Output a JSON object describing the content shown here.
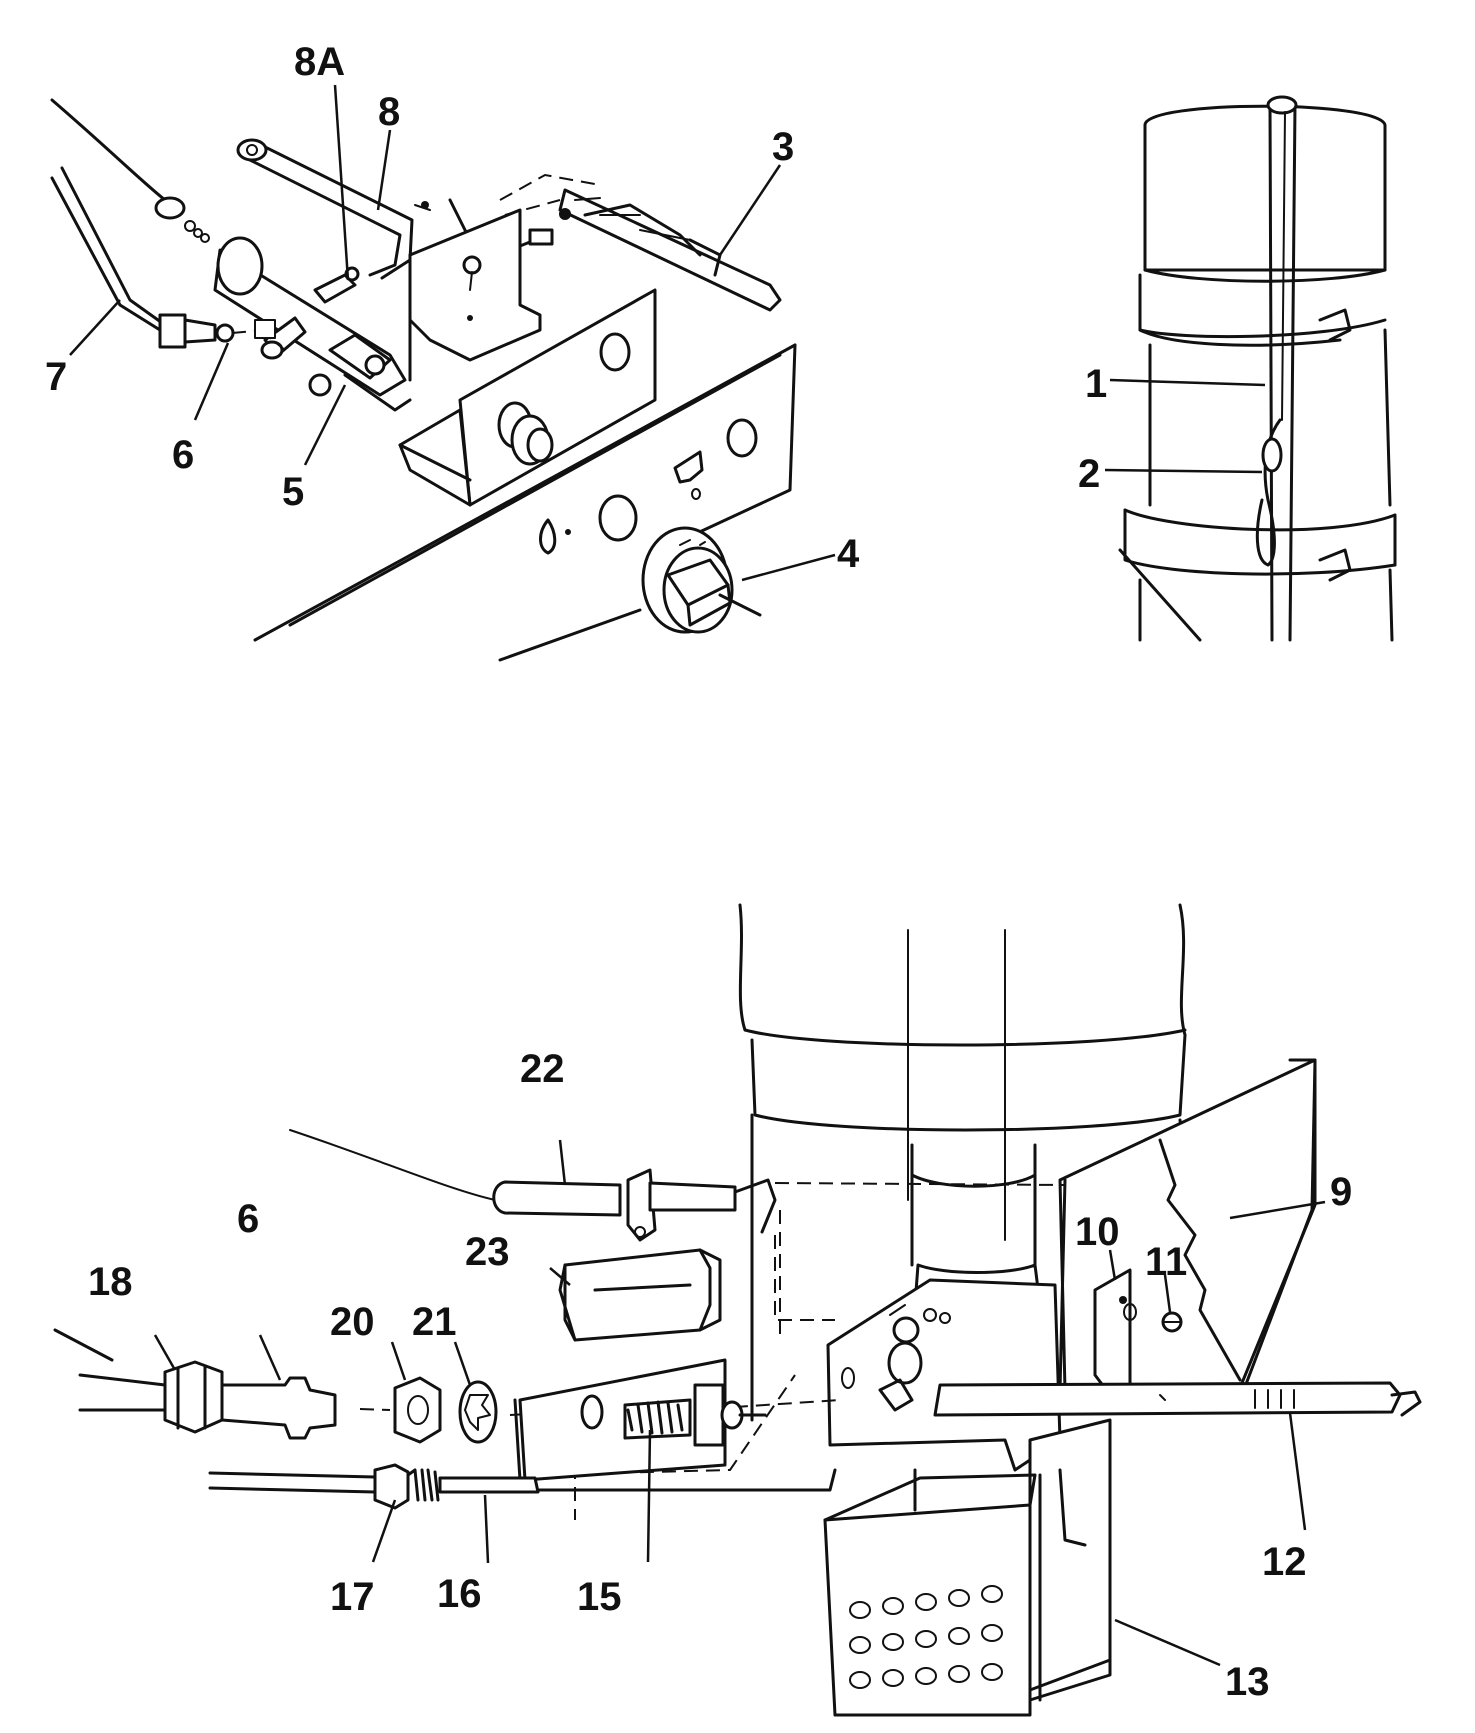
{
  "callouts": {
    "c1": "1",
    "c2": "2",
    "c3": "3",
    "c4": "4",
    "c5": "5",
    "c6": "6",
    "c7": "7",
    "c8": "8",
    "c8a": "8A",
    "c9": "9",
    "c10": "10",
    "c11": "11",
    "c12": "12",
    "c13": "13",
    "c15": "15",
    "c16": "16",
    "c17": "17",
    "c18": "18",
    "c20": "20",
    "c21": "21",
    "c22": "22",
    "c23": "23",
    "c6b": "6"
  }
}
